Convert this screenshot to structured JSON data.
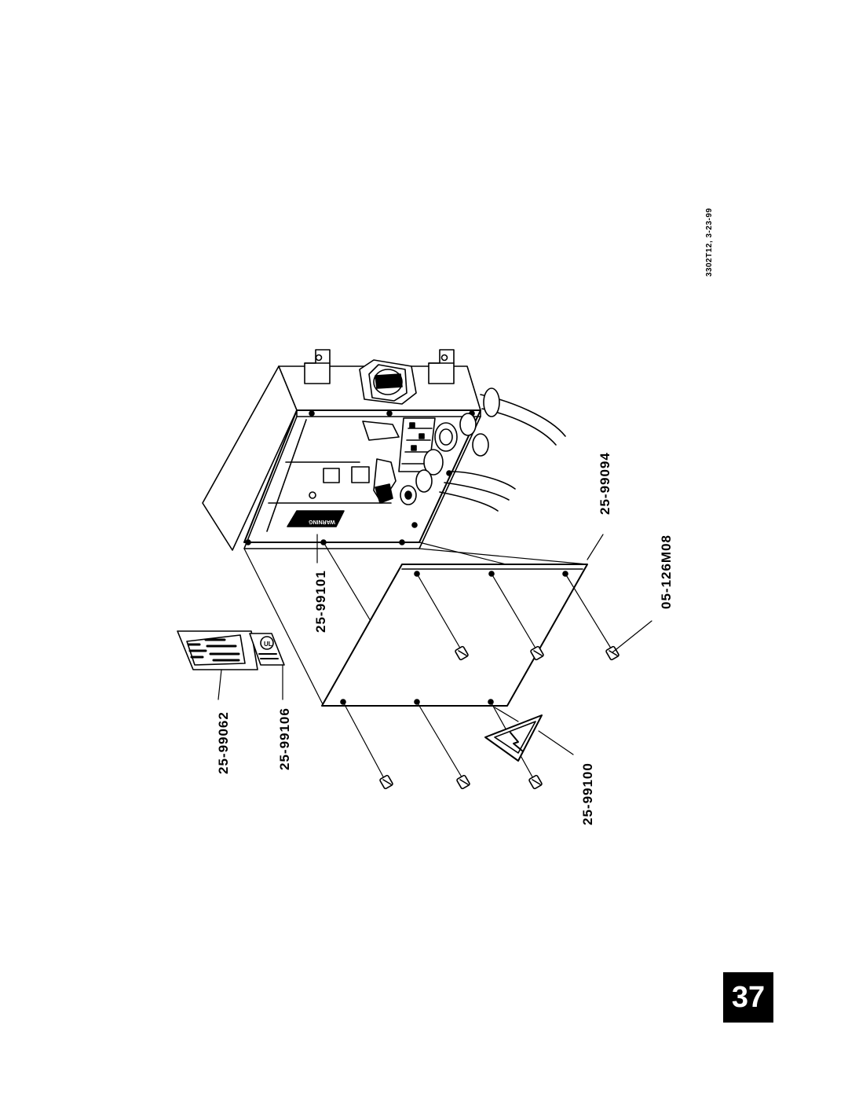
{
  "drawing_reference": "3302T12, 3-23-99",
  "page_number": "37",
  "part_numbers": {
    "manual_label": "25-99062",
    "ul_label": "25-99106",
    "warning_label": "25-99101",
    "cover_panel": "25-99094",
    "cover_screw": "05-126M08",
    "shock_hazard_label": "25-99100"
  },
  "label_texts": {
    "warning_plate": "WARNING"
  }
}
